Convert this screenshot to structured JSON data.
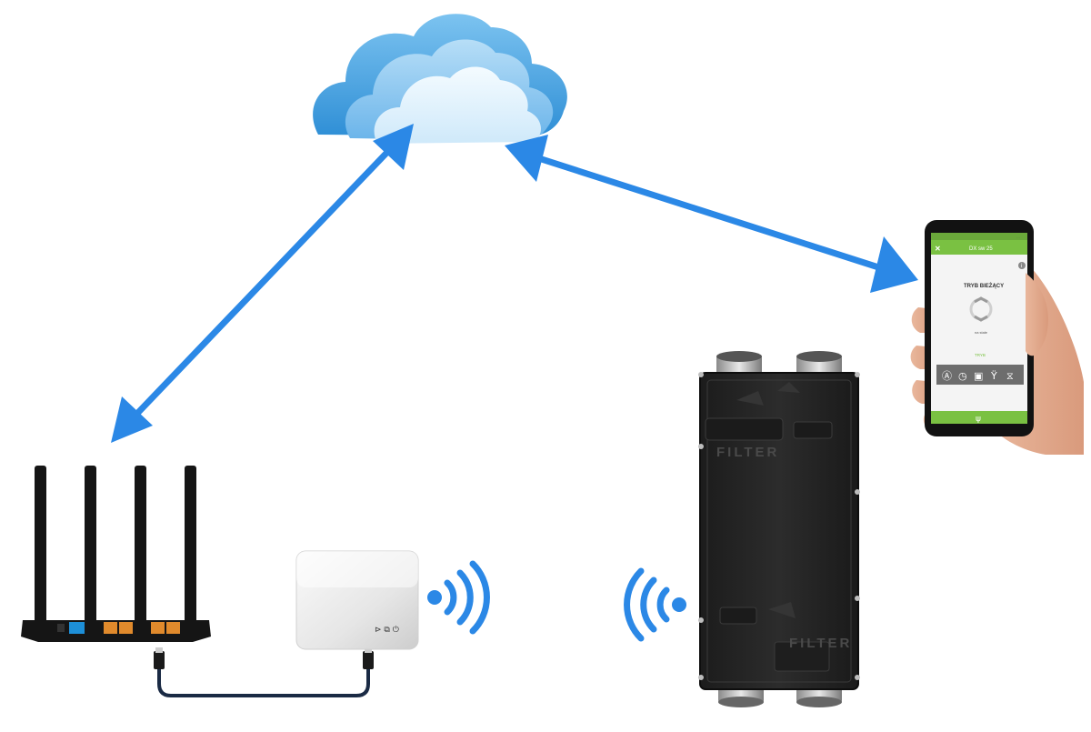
{
  "colors": {
    "arrow": "#2b88e6",
    "cloud_light": "#e6f4fc",
    "cloud_dark": "#3d9fe0",
    "wifi": "#2b88e6",
    "router_body": "#151515",
    "router_wan": "#1d8fd8",
    "router_lan": "#e08a2c",
    "app_green": "#7ac142",
    "unit_body": "#262626"
  },
  "unit": {
    "filter_label_top": "FILTER",
    "filter_label_bottom": "FILTER"
  },
  "phone": {
    "status": "…",
    "title": "DX sw 25",
    "mode_title": "TRYB BIEŻĄCY",
    "mode_sub": "na stałe",
    "mode_link": "TRYB",
    "close_icon": "close-icon",
    "info_icon": "info-icon"
  },
  "icons": [
    "cloud-icon",
    "wifi-signal-icon",
    "router-icon",
    "gateway-icon",
    "ventilation-unit-icon",
    "smartphone-icon",
    "hand-icon",
    "ethernet-cable-icon"
  ]
}
